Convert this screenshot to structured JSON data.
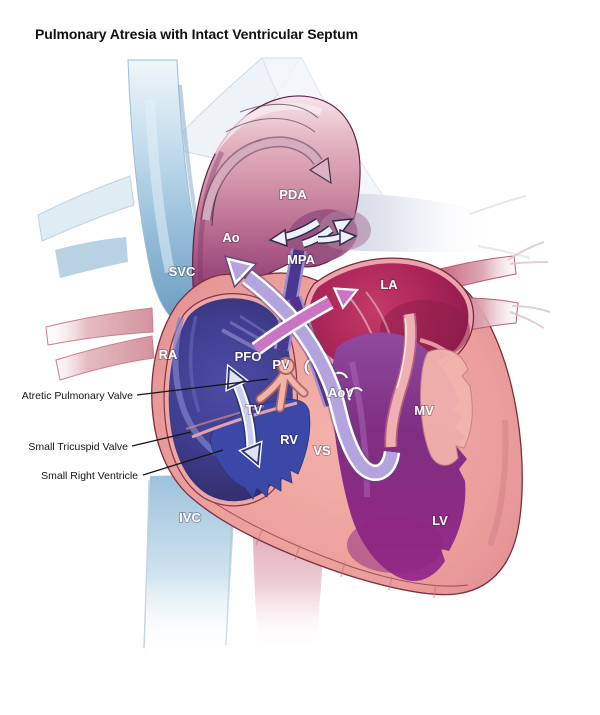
{
  "title": "Pulmonary Atresia with Intact Ventricular Septum",
  "labels": {
    "pda": "PDA",
    "ao": "Ao",
    "mpa": "MPA",
    "svc": "SVC",
    "la": "LA",
    "ra": "RA",
    "pfo": "PFO",
    "pv": "PV",
    "aov": "AoV",
    "tv": "TV",
    "mv": "MV",
    "rv": "RV",
    "vs": "VS",
    "lv": "LV",
    "ivc": "IVC"
  },
  "annotations": {
    "atretic_pulmonary_valve": "Atretic Pulmonary Valve",
    "small_tricuspid_valve": "Small Tricuspid Valve",
    "small_right_ventricle": "Small Right Ventricle"
  },
  "colors": {
    "background": "#ffffff",
    "title_text": "#111111",
    "label_text": "#ffffff",
    "annotation_text": "#141414",
    "svc_blue": "#94bcd9",
    "ivc_blue": "#9dc2dd",
    "arch_pink": "#d08fa6",
    "arch_purple": "#66285a",
    "left_atrium_red": "#a92457",
    "right_atrium_blue": "#403e90",
    "right_ventricle_blue": "#3c48a8",
    "left_ventricle_purple": "#7e2f82",
    "myocardium_pink": "#eb9e9b",
    "flow_arrow_lavender": "#b4a4de",
    "flow_arrow_pink": "#cb74c4",
    "vein_red": "#c05874"
  }
}
